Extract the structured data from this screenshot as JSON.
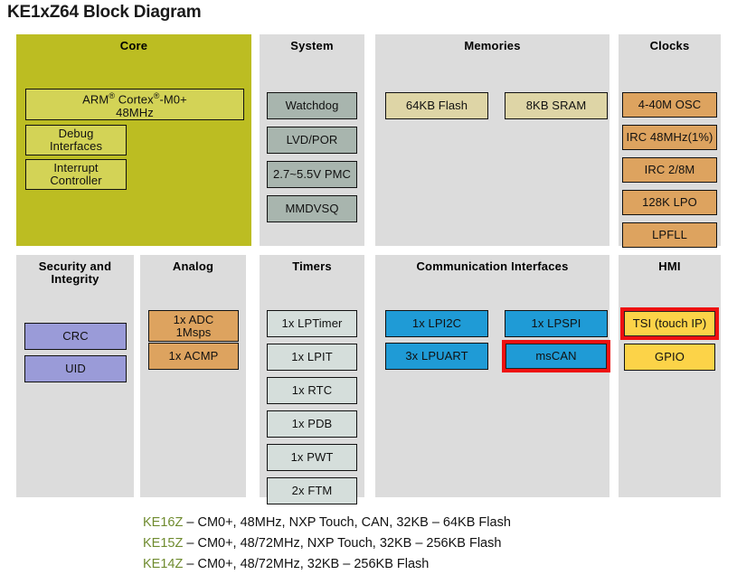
{
  "title": "KE1xZ64 Block Diagram",
  "colors": {
    "panel_bg": "#dcdcdc",
    "core_panel_bg": "#bcbd22",
    "core_block_bg": "#d3d356",
    "system_block_bg": "#a8b5ae",
    "memory_block_bg": "#ded5a6",
    "clock_block_bg": "#dda35f",
    "security_block_bg": "#9a9bd8",
    "analog_block_bg": "#dda35f",
    "timer_block_bg": "#d5dedb",
    "comm_block_bg": "#1f9bd6",
    "hmi_block_bg": "#fcd348",
    "highlight_border": "#ee1111",
    "legend_key": "#6f8b2f"
  },
  "panels": [
    {
      "id": "core",
      "title": "Core",
      "title_line2": "",
      "blocks": [
        {
          "label": "ARM® Cortex®-M0+",
          "label2": "48MHz",
          "highlight": false
        },
        {
          "label": "Debug",
          "label2": "Interfaces",
          "highlight": false
        },
        {
          "label": "Interrupt",
          "label2": "Controller",
          "highlight": false
        }
      ]
    },
    {
      "id": "system",
      "title": "System",
      "title_line2": "",
      "blocks": [
        {
          "label": "Watchdog",
          "highlight": false
        },
        {
          "label": "LVD/POR",
          "highlight": false
        },
        {
          "label": "2.7~5.5V PMC",
          "highlight": false
        },
        {
          "label": "MMDVSQ",
          "highlight": false
        }
      ]
    },
    {
      "id": "memories",
      "title": "Memories",
      "title_line2": "",
      "blocks": [
        {
          "label": "64KB Flash",
          "highlight": false
        },
        {
          "label": "8KB SRAM",
          "highlight": false
        }
      ]
    },
    {
      "id": "clocks",
      "title": "Clocks",
      "title_line2": "",
      "blocks": [
        {
          "label": "4-40M OSC",
          "highlight": false
        },
        {
          "label": "IRC 48MHz(1%)",
          "highlight": false
        },
        {
          "label": "IRC 2/8M",
          "highlight": false
        },
        {
          "label": "128K LPO",
          "highlight": false
        },
        {
          "label": "LPFLL",
          "highlight": false
        }
      ]
    },
    {
      "id": "security",
      "title": "Security and",
      "title_line2": "Integrity",
      "blocks": [
        {
          "label": "CRC",
          "highlight": false
        },
        {
          "label": "UID",
          "highlight": false
        }
      ]
    },
    {
      "id": "analog",
      "title": "Analog",
      "title_line2": "",
      "blocks": [
        {
          "label": "1x ADC",
          "label2": "1Msps",
          "highlight": false
        },
        {
          "label": "1x ACMP",
          "highlight": false
        }
      ]
    },
    {
      "id": "timers",
      "title": "Timers",
      "title_line2": "",
      "blocks": [
        {
          "label": "1x LPTimer",
          "highlight": false
        },
        {
          "label": "1x LPIT",
          "highlight": false
        },
        {
          "label": "1x RTC",
          "highlight": false
        },
        {
          "label": "1x PDB",
          "highlight": false
        },
        {
          "label": "1x PWT",
          "highlight": false
        },
        {
          "label": "2x FTM",
          "highlight": false
        }
      ]
    },
    {
      "id": "communication",
      "title": "Communication Interfaces",
      "title_line2": "",
      "blocks": [
        {
          "label": "1x LPI2C",
          "highlight": false
        },
        {
          "label": "1x LPSPI",
          "highlight": false
        },
        {
          "label": "3x LPUART",
          "highlight": false
        },
        {
          "label": "msCAN",
          "highlight": true
        }
      ]
    },
    {
      "id": "hmi",
      "title": "HMI",
      "title_line2": "",
      "blocks": [
        {
          "label": "TSI (touch IP)",
          "highlight": true
        },
        {
          "label": "GPIO",
          "highlight": false
        }
      ]
    }
  ],
  "legend": [
    {
      "key": "KE16Z",
      "desc": "– CM0+, 48MHz, NXP Touch, CAN, 32KB – 64KB Flash"
    },
    {
      "key": "KE15Z",
      "desc": "– CM0+, 48/72MHz,  NXP Touch, 32KB – 256KB Flash"
    },
    {
      "key": "KE14Z",
      "desc": "– CM0+, 48/72MHz, 32KB – 256KB Flash"
    }
  ]
}
